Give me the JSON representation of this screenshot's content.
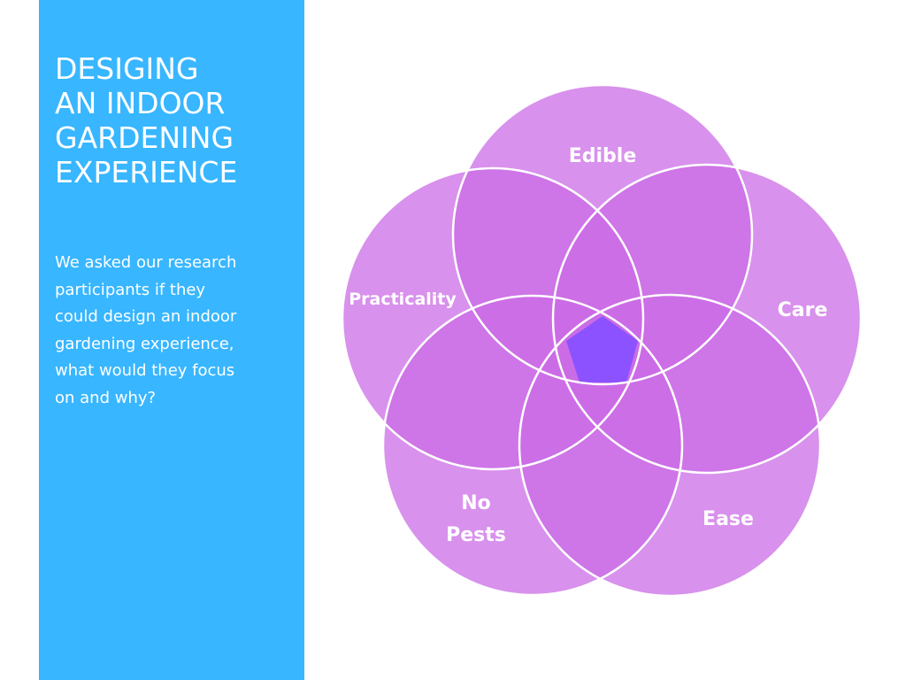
{
  "panel": {
    "title_lines": [
      "DESIGING",
      "AN INDOOR",
      "GARDENING",
      "EXPERIENCE"
    ],
    "description_lines": [
      "We asked our research",
      "participants if they",
      "could design an indoor",
      "gardening experience,",
      "what would they focus",
      "on and why?"
    ]
  },
  "diagram": {
    "labels": {
      "edible": "Edible",
      "care": "Care",
      "ease": "Ease",
      "no_pests_line1": "No",
      "no_pests_line2": "Pests",
      "practicality": "Practicality"
    },
    "colors": {
      "panel": "#38b6ff",
      "circle_fill": "#cb6ce6",
      "circle_stroke": "#ffffff",
      "center": "#8c52ff"
    }
  }
}
